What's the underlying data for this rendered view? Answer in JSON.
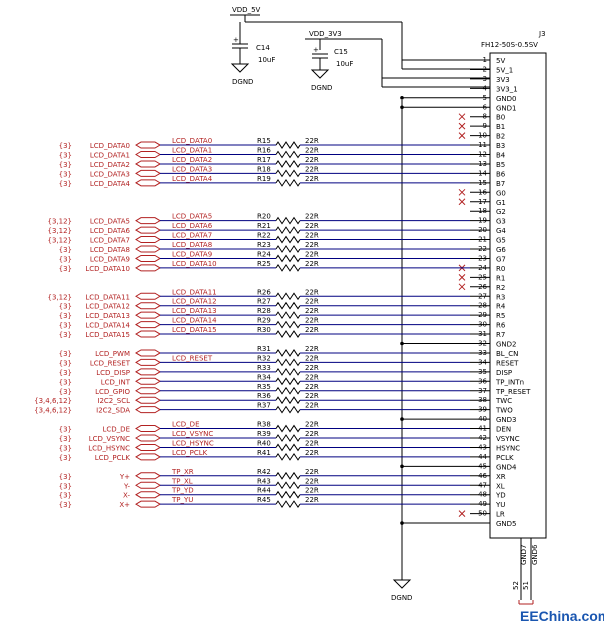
{
  "power": {
    "vdd_5v": "VDD_5V",
    "vdd_3v3": "VDD_3V3",
    "c14_ref": "C14",
    "c14_val": "10uF",
    "c15_ref": "C15",
    "c15_val": "10uF",
    "dgnd": "DGND"
  },
  "connector": {
    "ref": "J3",
    "part": "FH12-50S-0.5SV",
    "gnd6": "GND6",
    "gnd7": "GND7",
    "pin51": "51",
    "pin52": "52",
    "pins": [
      {
        "n": "1",
        "name": "5V"
      },
      {
        "n": "2",
        "name": "5V_1"
      },
      {
        "n": "3",
        "name": "3V3"
      },
      {
        "n": "4",
        "name": "3V3_1"
      },
      {
        "n": "5",
        "name": "GND0"
      },
      {
        "n": "6",
        "name": "GND1"
      },
      {
        "n": "8",
        "name": "B0"
      },
      {
        "n": "9",
        "name": "B1"
      },
      {
        "n": "10",
        "name": "B2"
      },
      {
        "n": "11",
        "name": "B3"
      },
      {
        "n": "12",
        "name": "B4"
      },
      {
        "n": "13",
        "name": "B5"
      },
      {
        "n": "14",
        "name": "B6"
      },
      {
        "n": "15",
        "name": "B7"
      },
      {
        "n": "16",
        "name": "G0"
      },
      {
        "n": "17",
        "name": "G1"
      },
      {
        "n": "18",
        "name": "G2"
      },
      {
        "n": "19",
        "name": "G3"
      },
      {
        "n": "20",
        "name": "G4"
      },
      {
        "n": "21",
        "name": "G5"
      },
      {
        "n": "22",
        "name": "G6"
      },
      {
        "n": "23",
        "name": "G7"
      },
      {
        "n": "24",
        "name": "R0"
      },
      {
        "n": "25",
        "name": "R1"
      },
      {
        "n": "26",
        "name": "R2"
      },
      {
        "n": "27",
        "name": "R3"
      },
      {
        "n": "28",
        "name": "R4"
      },
      {
        "n": "29",
        "name": "R5"
      },
      {
        "n": "30",
        "name": "R6"
      },
      {
        "n": "31",
        "name": "R7"
      },
      {
        "n": "32",
        "name": "GND2"
      },
      {
        "n": "33",
        "name": "BL_CN"
      },
      {
        "n": "34",
        "name": "RESET"
      },
      {
        "n": "35",
        "name": "DISP"
      },
      {
        "n": "36",
        "name": "TP_INTn"
      },
      {
        "n": "37",
        "name": "TP_RESET"
      },
      {
        "n": "38",
        "name": "TWC"
      },
      {
        "n": "39",
        "name": "TWO"
      },
      {
        "n": "40",
        "name": "GND3"
      },
      {
        "n": "41",
        "name": "DEN"
      },
      {
        "n": "42",
        "name": "VSYNC"
      },
      {
        "n": "43",
        "name": "HSYNC"
      },
      {
        "n": "44",
        "name": "PCLK"
      },
      {
        "n": "45",
        "name": "GND4"
      },
      {
        "n": "46",
        "name": "XR"
      },
      {
        "n": "47",
        "name": "XL"
      },
      {
        "n": "48",
        "name": "YD"
      },
      {
        "n": "49",
        "name": "YU"
      },
      {
        "n": "50",
        "name": "LR"
      },
      {
        "n": "",
        "name": "GND5"
      }
    ]
  },
  "nets": [
    {
      "sheet": "{3}",
      "port": "LCD_DATA0",
      "label": "LCD_DATA0",
      "ref": "R15",
      "val": "22R"
    },
    {
      "sheet": "{3}",
      "port": "LCD_DATA1",
      "label": "LCD_DATA1",
      "ref": "R16",
      "val": "22R"
    },
    {
      "sheet": "{3}",
      "port": "LCD_DATA2",
      "label": "LCD_DATA2",
      "ref": "R17",
      "val": "22R"
    },
    {
      "sheet": "{3}",
      "port": "LCD_DATA3",
      "label": "LCD_DATA3",
      "ref": "R18",
      "val": "22R"
    },
    {
      "sheet": "{3}",
      "port": "LCD_DATA4",
      "label": "LCD_DATA4",
      "ref": "R19",
      "val": "22R"
    },
    {
      "sheet": "{3,12}",
      "port": "LCD_DATA5",
      "label": "LCD_DATA5",
      "ref": "R20",
      "val": "22R"
    },
    {
      "sheet": "{3,12}",
      "port": "LCD_DATA6",
      "label": "LCD_DATA6",
      "ref": "R21",
      "val": "22R"
    },
    {
      "sheet": "{3,12}",
      "port": "LCD_DATA7",
      "label": "LCD_DATA7",
      "ref": "R22",
      "val": "22R"
    },
    {
      "sheet": "{3}",
      "port": "LCD_DATA8",
      "label": "LCD_DATA8",
      "ref": "R23",
      "val": "22R"
    },
    {
      "sheet": "{3}",
      "port": "LCD_DATA9",
      "label": "LCD_DATA9",
      "ref": "R24",
      "val": "22R"
    },
    {
      "sheet": "{3}",
      "port": "LCD_DATA10",
      "label": "LCD_DATA10",
      "ref": "R25",
      "val": "22R"
    },
    {
      "sheet": "{3,12}",
      "port": "LCD_DATA11",
      "label": "LCD_DATA11",
      "ref": "R26",
      "val": "22R"
    },
    {
      "sheet": "{3}",
      "port": "LCD_DATA12",
      "label": "LCD_DATA12",
      "ref": "R27",
      "val": "22R"
    },
    {
      "sheet": "{3}",
      "port": "LCD_DATA13",
      "label": "LCD_DATA13",
      "ref": "R28",
      "val": "22R"
    },
    {
      "sheet": "{3}",
      "port": "LCD_DATA14",
      "label": "LCD_DATA14",
      "ref": "R29",
      "val": "22R"
    },
    {
      "sheet": "{3}",
      "port": "LCD_DATA15",
      "label": "LCD_DATA15",
      "ref": "R30",
      "val": "22R"
    },
    {
      "sheet": "{3}",
      "port": "LCD_PWM",
      "label": "",
      "ref": "R31",
      "val": "22R"
    },
    {
      "sheet": "{3}",
      "port": "LCD_RESET",
      "label": "LCD_RESET",
      "ref": "R32",
      "val": "22R"
    },
    {
      "sheet": "{3}",
      "port": "LCD_DISP",
      "label": "",
      "ref": "R33",
      "val": "22R"
    },
    {
      "sheet": "{3}",
      "port": "LCD_INT",
      "label": "",
      "ref": "R34",
      "val": "22R"
    },
    {
      "sheet": "{3}",
      "port": "LCD_GPIO",
      "label": "",
      "ref": "R35",
      "val": "22R"
    },
    {
      "sheet": "{3,4,6,12}",
      "port": "I2C2_SCL",
      "label": "",
      "ref": "R36",
      "val": "22R"
    },
    {
      "sheet": "{3,4,6,12}",
      "port": "I2C2_SDA",
      "label": "",
      "ref": "R37",
      "val": "22R"
    },
    {
      "sheet": "{3}",
      "port": "LCD_DE",
      "label": "LCD_DE",
      "ref": "R38",
      "val": "22R"
    },
    {
      "sheet": "{3}",
      "port": "LCD_VSYNC",
      "label": "LCD_VSYNC",
      "ref": "R39",
      "val": "22R"
    },
    {
      "sheet": "{3}",
      "port": "LCD_HSYNC",
      "label": "LCD_HSYNC",
      "ref": "R40",
      "val": "22R"
    },
    {
      "sheet": "{3}",
      "port": "LCD_PCLK",
      "label": "LCD_PCLK",
      "ref": "R41",
      "val": "22R"
    },
    {
      "sheet": "{3}",
      "port": "Y+",
      "label": "TP_XR",
      "ref": "R42",
      "val": "22R"
    },
    {
      "sheet": "{3}",
      "port": "Y-",
      "label": "TP_XL",
      "ref": "R43",
      "val": "22R"
    },
    {
      "sheet": "{3}",
      "port": "X-",
      "label": "TP_YD",
      "ref": "R44",
      "val": "22R"
    },
    {
      "sheet": "{3}",
      "port": "X+",
      "label": "TP_YU",
      "ref": "R45",
      "val": "22R"
    }
  ],
  "watermark": "EEChina.com"
}
